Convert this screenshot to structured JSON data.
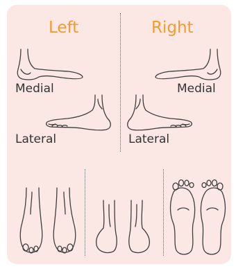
{
  "headings": {
    "left": "Left",
    "right": "Right"
  },
  "views": {
    "left_medial": "Medial",
    "left_lateral": "Lateral",
    "right_medial": "Medial",
    "right_lateral": "Lateral"
  },
  "colors": {
    "card_background": "#fbe8e4",
    "heading": "#f39a33",
    "line_art": "#3d3d3d"
  }
}
